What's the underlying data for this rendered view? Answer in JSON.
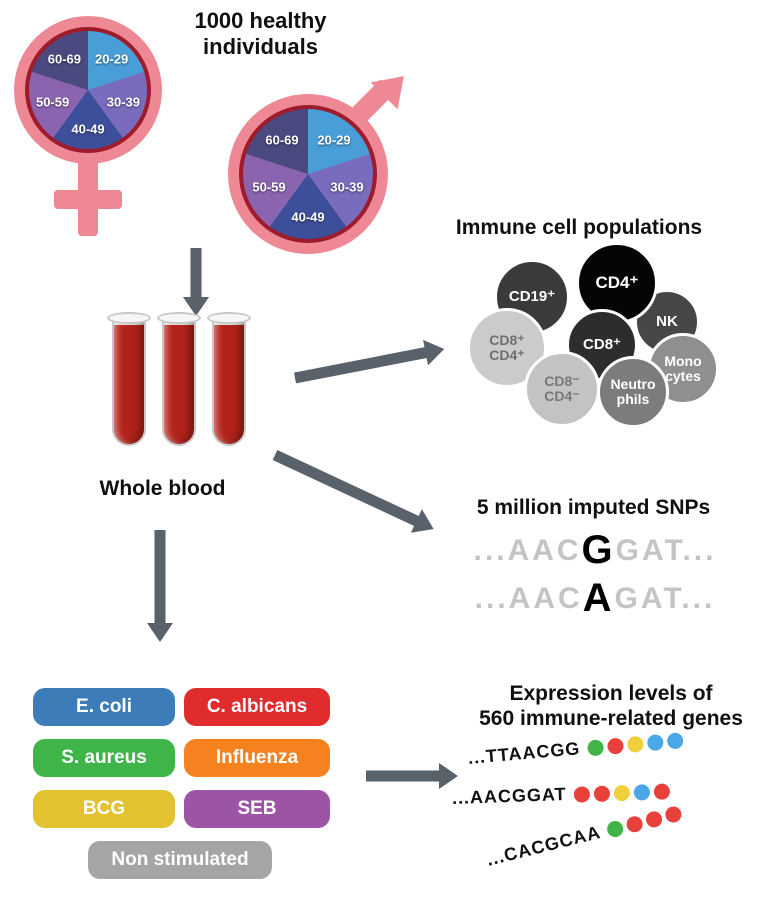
{
  "header": {
    "title_line1": "1000 healthy",
    "title_line2": "individuals"
  },
  "demographics": {
    "symbol_color": "#ee8894",
    "age_groups": [
      {
        "label": "20-29",
        "color": "#4a9ed8"
      },
      {
        "label": "30-39",
        "color": "#7a6cbd"
      },
      {
        "label": "40-49",
        "color": "#3d4f9a"
      },
      {
        "label": "50-59",
        "color": "#8b64b0"
      },
      {
        "label": "60-69",
        "color": "#4a4a80"
      }
    ]
  },
  "whole_blood": {
    "label": "Whole blood"
  },
  "immune_cells": {
    "title": "Immune cell populations",
    "cells": [
      {
        "label": "CD19⁺",
        "bg": "#3a3a3a",
        "fg": "#ffffff"
      },
      {
        "label": "CD4⁺",
        "bg": "#050505",
        "fg": "#ffffff"
      },
      {
        "label": "NK",
        "bg": "#474747",
        "fg": "#ffffff"
      },
      {
        "label": "CD8⁺",
        "bg": "#2d2d2d",
        "fg": "#ffffff"
      },
      {
        "label": "CD8⁺ CD4⁺",
        "bg": "#cbcbcb",
        "fg": "#6f6f6f"
      },
      {
        "label": "Mono cytes",
        "bg": "#8f8f8f",
        "fg": "#ffffff"
      },
      {
        "label": "CD8⁻ CD4⁻",
        "bg": "#c3c3c3",
        "fg": "#787878"
      },
      {
        "label": "Neutro phils",
        "bg": "#7c7c7c",
        "fg": "#ffffff"
      }
    ]
  },
  "snps": {
    "title": "5 million imputed SNPs",
    "sequences": [
      {
        "pre": "...AAC",
        "variant": "G",
        "post": "GAT..."
      },
      {
        "pre": "...AAC",
        "variant": "A",
        "post": "GAT..."
      }
    ]
  },
  "stimulations": {
    "items": [
      {
        "label": "E. coli",
        "color": "#3c7cb8"
      },
      {
        "label": "C. albicans",
        "color": "#e02c2c"
      },
      {
        "label": "S. aureus",
        "color": "#3fb549"
      },
      {
        "label": "Influenza",
        "color": "#f6821f"
      },
      {
        "label": "BCG",
        "color": "#e3c230"
      },
      {
        "label": "SEB",
        "color": "#9c55a5"
      },
      {
        "label": "Non stimulated",
        "color": "#a5a5a5"
      }
    ]
  },
  "expression": {
    "title_line1": "Expression levels of",
    "title_line2": "560 immune-related genes",
    "sequences": [
      {
        "text": "...TTAACGG",
        "dots": [
          "#3fb549",
          "#e8413c",
          "#efd03a",
          "#4aa8e8",
          "#4aa8e8"
        ]
      },
      {
        "text": "...AACGGAT",
        "dots": [
          "#e8413c",
          "#e8413c",
          "#efd03a",
          "#4aa8e8",
          "#e8413c"
        ]
      },
      {
        "text": "...CACGCAA",
        "dots": [
          "#3fb549",
          "#e8413c",
          "#e8413c",
          "#e8413c"
        ]
      }
    ]
  }
}
